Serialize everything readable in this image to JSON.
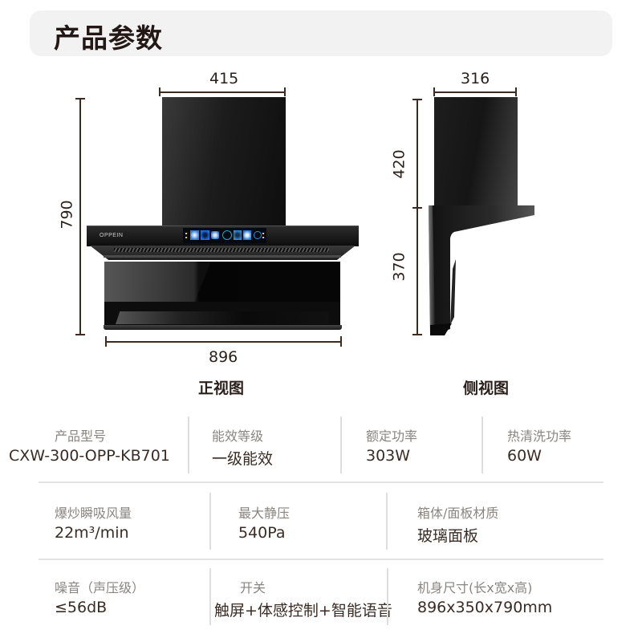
{
  "header": {
    "title": "产品参数"
  },
  "front_view": {
    "caption": "正视图",
    "width_top": "415",
    "width_bottom": "896",
    "height_total": "790",
    "brand_logo": "OPPEIN",
    "panel_icons": [
      "indicator-dots",
      "light-icon",
      "fan-low-icon",
      "fan-boost-icon",
      "display-88-icon",
      "fan-clean-icon",
      "storm-icon",
      "power-icon",
      "indicator-dots"
    ]
  },
  "side_view": {
    "caption": "侧视图",
    "depth_top": "316",
    "height_upper": "420",
    "height_lower": "370"
  },
  "specs": {
    "row1": [
      {
        "label": "产品型号",
        "value": "CXW-300-OPP-KB701"
      },
      {
        "label": "能效等级",
        "value": "一级能效"
      },
      {
        "label": "额定功率",
        "value": "303W"
      },
      {
        "label": "热清洗功率",
        "value": "60W"
      }
    ],
    "row2": [
      {
        "label": "爆炒瞬吸风量",
        "value": "22m³/min"
      },
      {
        "label": "最大静压",
        "value": "540Pa"
      },
      {
        "label": "箱体/面板材质",
        "value": "玻璃面板"
      }
    ],
    "row3": [
      {
        "label": "噪音（声压级）",
        "value": "≤56dB"
      },
      {
        "label": "开关",
        "value": "触屏+体感控制+智能语音"
      },
      {
        "label": "机身尺寸(长x宽x高)",
        "value": "896x350x790mm"
      }
    ]
  },
  "colors": {
    "dimension_line": "#3d2b20",
    "header_bg": "#f2f2f2",
    "label_text": "#8a8480",
    "value_text": "#3a2c24"
  }
}
